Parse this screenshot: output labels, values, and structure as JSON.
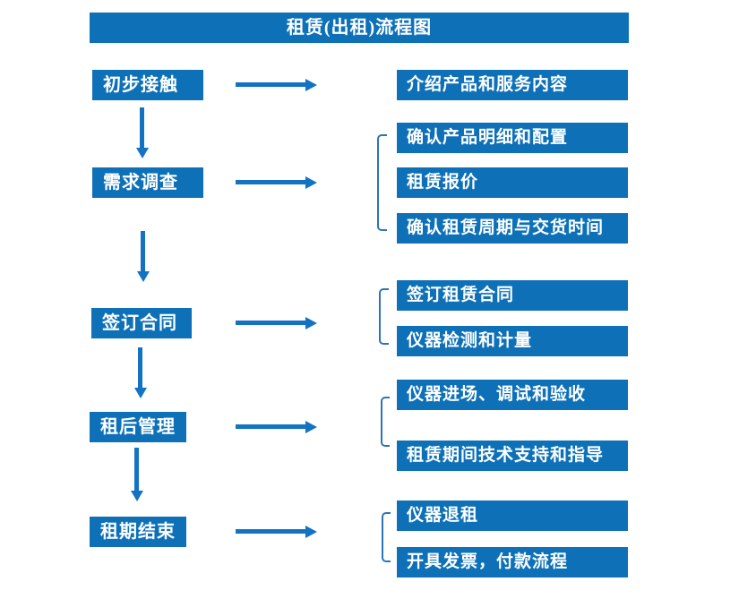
{
  "title": "租赁(出租)流程图",
  "colors": {
    "box_blue": "#0e71b8",
    "arrow_blue": "#1373c2",
    "bracket_blue": "#2e74b5",
    "text_white": "#ffffff",
    "background": "#ffffff"
  },
  "steps": [
    {
      "label": "初步接触",
      "details": [
        "介绍产品和服务内容"
      ]
    },
    {
      "label": "需求调查",
      "details": [
        "确认产品明细和配置",
        "租赁报价",
        "确认租赁周期与交货时间"
      ]
    },
    {
      "label": "签订合同",
      "details": [
        "签订租赁合同",
        "仪器检测和计量"
      ]
    },
    {
      "label": "租后管理",
      "details": [
        "仪器进场、调试和验收",
        "租赁期间技术支持和指导"
      ]
    },
    {
      "label": "租期结束",
      "details": [
        "仪器退租",
        "开具发票，付款流程"
      ]
    }
  ]
}
